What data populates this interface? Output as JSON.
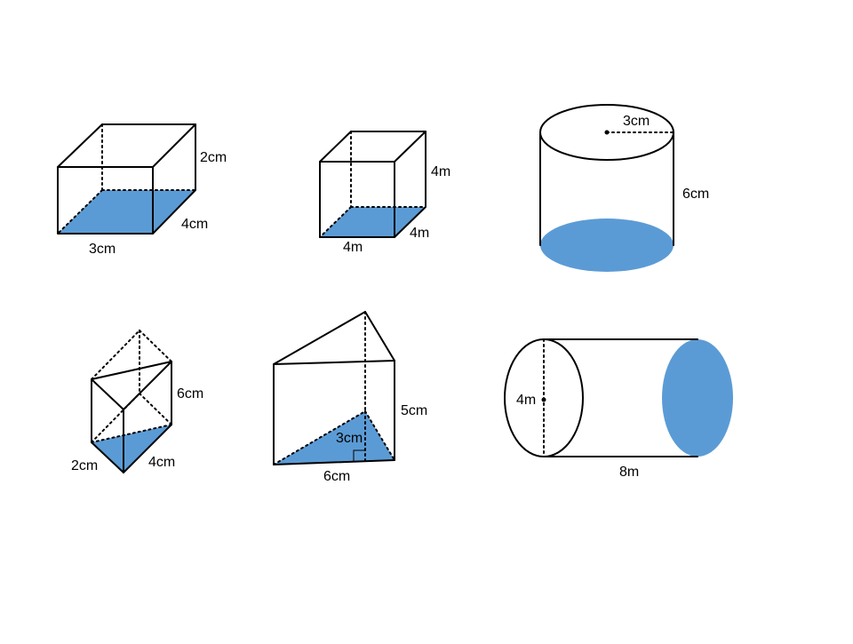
{
  "colors": {
    "base_fill": "#5b9bd5",
    "line": "#000000",
    "background": "#ffffff"
  },
  "shapes": {
    "rect_prism": {
      "height": "2cm",
      "depth": "4cm",
      "width": "3cm"
    },
    "cube": {
      "height": "4m",
      "depth": "4m",
      "width": "4m"
    },
    "cylinder_upright": {
      "radius": "3cm",
      "height": "6cm"
    },
    "tri_prism_upright": {
      "height": "6cm",
      "side_a": "2cm",
      "side_b": "4cm"
    },
    "tri_prism_large": {
      "height": "5cm",
      "altitude": "3cm",
      "base": "6cm"
    },
    "cylinder_horizontal": {
      "diameter": "4m",
      "length": "8m"
    }
  }
}
